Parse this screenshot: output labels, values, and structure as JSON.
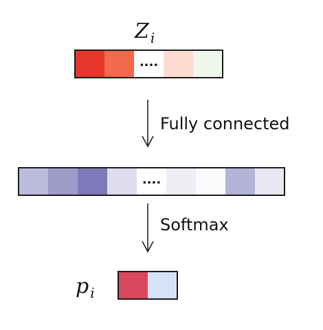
{
  "input_vector": {
    "symbol": "Z",
    "subscript": "i",
    "cells": [
      {
        "color": "#e8352b",
        "text": ""
      },
      {
        "color": "#f46a4d",
        "text": ""
      },
      {
        "color": "#ffffff",
        "text": "...."
      },
      {
        "color": "#fddccf",
        "text": ""
      },
      {
        "color": "#eef7ec",
        "text": ""
      }
    ]
  },
  "step1": {
    "label": "Fully connected"
  },
  "hidden_vector": {
    "cells": [
      {
        "color": "#bbbcdb",
        "text": ""
      },
      {
        "color": "#9f9bc9",
        "text": ""
      },
      {
        "color": "#7e79b8",
        "text": ""
      },
      {
        "color": "#dcdcec",
        "text": ""
      },
      {
        "color": "#ffffff",
        "text": "...."
      },
      {
        "color": "#eeeef5",
        "text": ""
      },
      {
        "color": "#fafafd",
        "text": ""
      },
      {
        "color": "#b3b5d8",
        "text": ""
      },
      {
        "color": "#e9e9f3",
        "text": ""
      }
    ]
  },
  "step2": {
    "label": "Softmax"
  },
  "output_vector": {
    "symbol": "p",
    "subscript": "i",
    "cells": [
      {
        "color": "#d9475c",
        "text": ""
      },
      {
        "color": "#d6e2f7",
        "text": ""
      }
    ]
  }
}
